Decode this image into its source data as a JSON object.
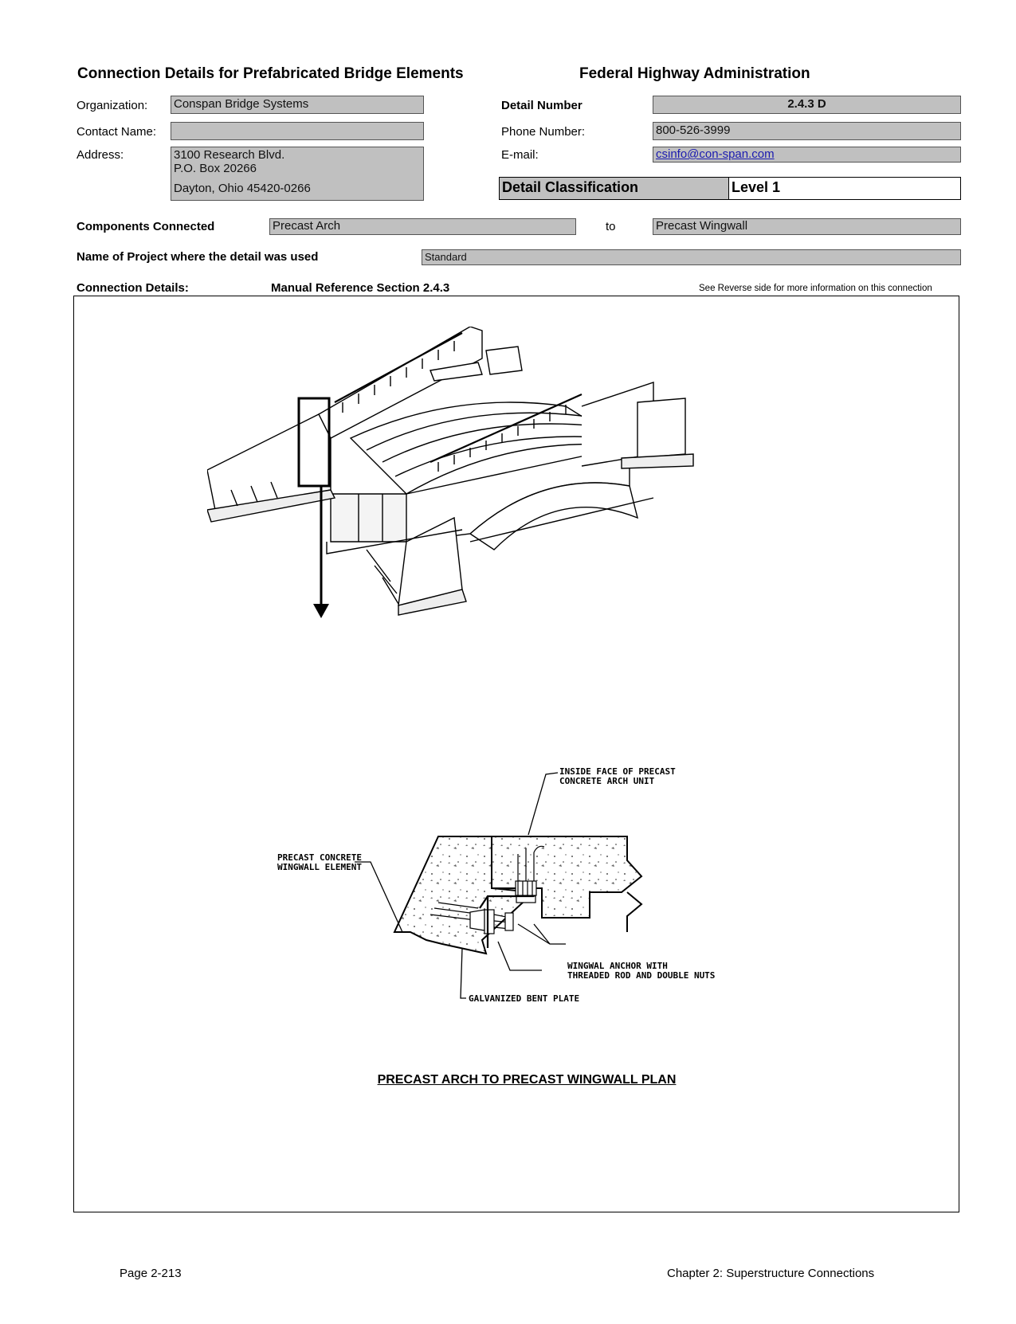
{
  "header": {
    "title": "Connection Details for Prefabricated Bridge Elements",
    "agency": "Federal Highway Administration"
  },
  "contact": {
    "organization_label": "Organization:",
    "organization": "Conspan Bridge Systems",
    "contact_label": "Contact Name:",
    "contact": "",
    "address_label": "Address:",
    "address_line1": "3100 Research Blvd.",
    "address_line2": "P.O. Box 20266",
    "address_line3": "Dayton, Ohio 45420-0266"
  },
  "detail": {
    "number_label": "Detail Number",
    "number": "2.4.3 D",
    "phone_label": "Phone Number:",
    "phone": "800-526-3999",
    "email_label": "E-mail:",
    "email": "csinfo@con-span.com",
    "classification_label": "Detail Classification",
    "classification": "Level 1"
  },
  "components": {
    "label": "Components Connected",
    "from": "Precast Arch",
    "to_label": "to",
    "to": "Precast Wingwall"
  },
  "project": {
    "label": "Name of Project where the detail was used",
    "name": "Standard"
  },
  "connection": {
    "label": "Connection Details:",
    "manual_ref": "Manual Reference Section 2.4.3",
    "note": "See Reverse side for more information on this connection"
  },
  "drawing": {
    "callout_inside_1": "INSIDE FACE OF PRECAST",
    "callout_inside_2": "CONCRETE ARCH UNIT",
    "callout_wing_1": "PRECAST CONCRETE",
    "callout_wing_2": "WINGWALL ELEMENT",
    "callout_anchor_1": "WINGWAL ANCHOR WITH",
    "callout_anchor_2": "THREADED ROD AND DOUBLE NUTS",
    "callout_plate": "GALVANIZED BENT PLATE",
    "plan_title": "PRECAST ARCH TO PRECAST WINGWALL PLAN"
  },
  "footer": {
    "page": "Page 2-213",
    "chapter": "Chapter 2: Superstructure Connections"
  }
}
